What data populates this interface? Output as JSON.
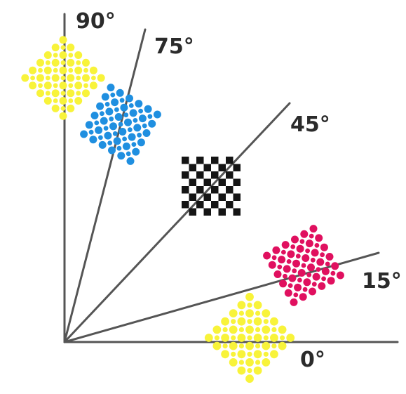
{
  "diagram": {
    "labels": {
      "deg90": "90°",
      "deg75": "75°",
      "deg45": "45°",
      "deg15": "15°",
      "deg0": "0°"
    },
    "screens": [
      {
        "key": "yellow-90",
        "angle": 90,
        "color": "#f8f33a",
        "style": "dots"
      },
      {
        "key": "cyan-75",
        "angle": 75,
        "color": "#1f8fe0",
        "style": "dots"
      },
      {
        "key": "black-45",
        "angle": 45,
        "color": "#151515",
        "style": "checker"
      },
      {
        "key": "magenta-15",
        "angle": 15,
        "color": "#e0105f",
        "style": "dots"
      },
      {
        "key": "yellow-0",
        "angle": 0,
        "color": "#f8f33a",
        "style": "dots"
      }
    ],
    "line_color": "#555555",
    "label_color": "#2b2b2b"
  }
}
